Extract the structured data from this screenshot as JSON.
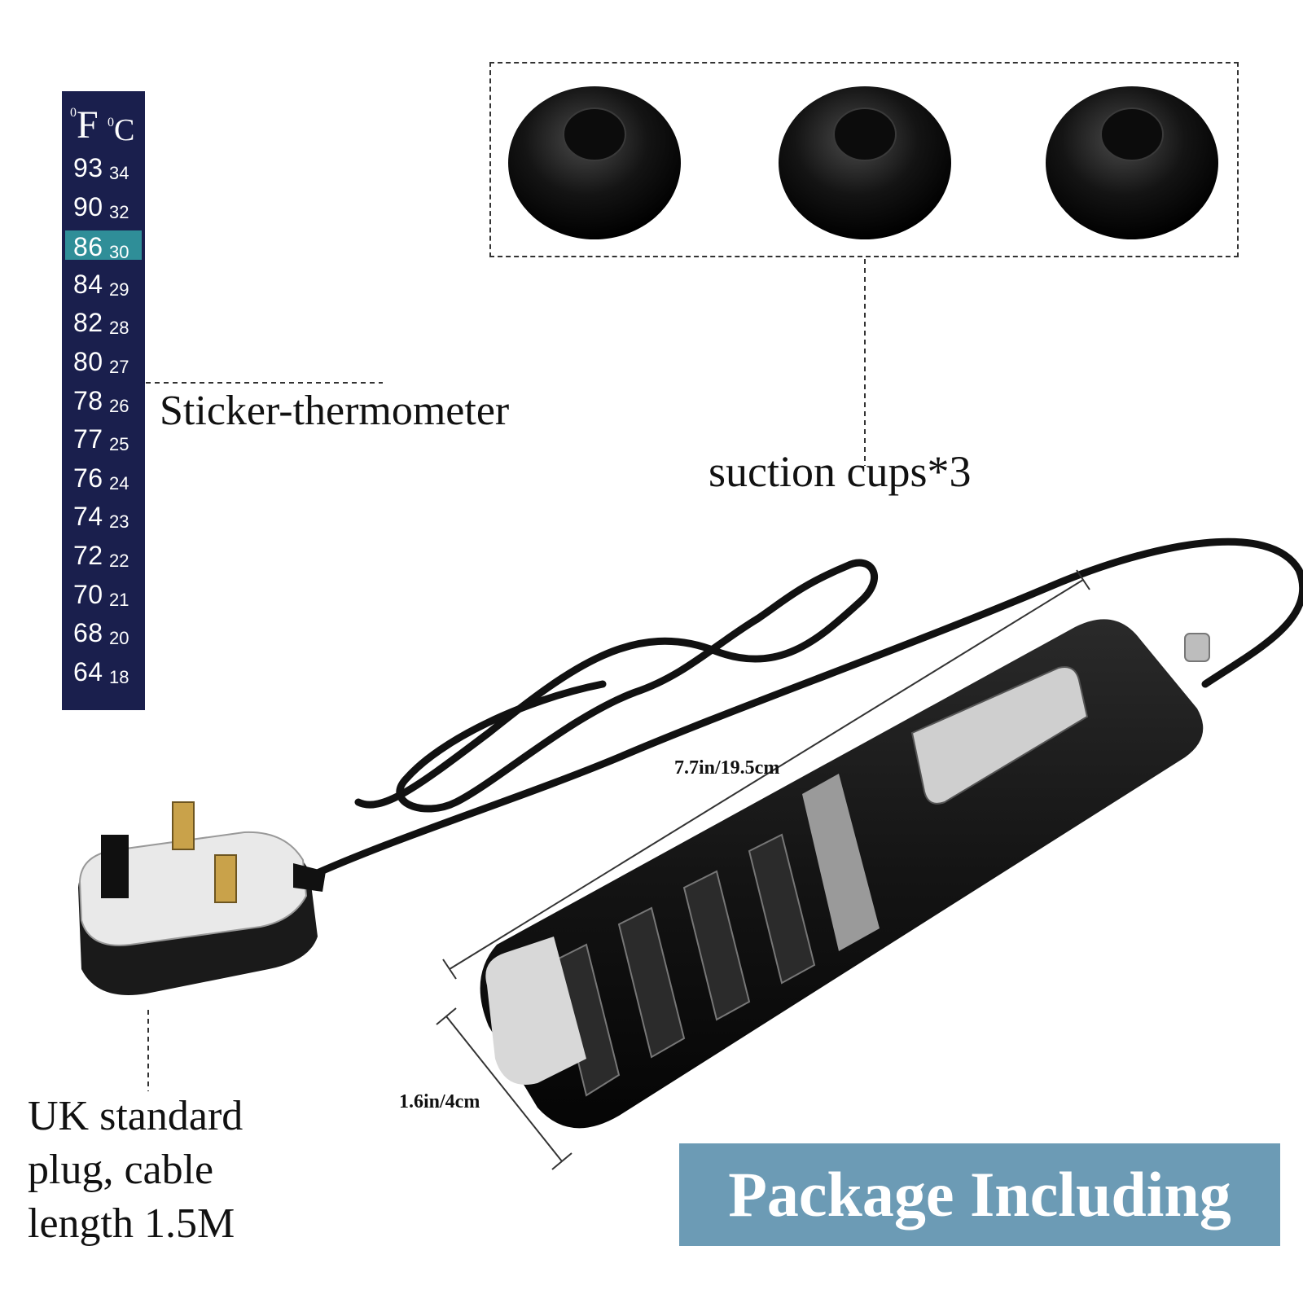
{
  "thermometer": {
    "unit_f": "F",
    "unit_c": "C",
    "degree_mark": "0",
    "rows": [
      {
        "f": "93",
        "c": "34",
        "active": false
      },
      {
        "f": "90",
        "c": "32",
        "active": false
      },
      {
        "f": "86",
        "c": "30",
        "active": true
      },
      {
        "f": "84",
        "c": "29",
        "active": false
      },
      {
        "f": "82",
        "c": "28",
        "active": false
      },
      {
        "f": "80",
        "c": "27",
        "active": false
      },
      {
        "f": "78",
        "c": "26",
        "active": false
      },
      {
        "f": "77",
        "c": "25",
        "active": false
      },
      {
        "f": "76",
        "c": "24",
        "active": false
      },
      {
        "f": "74",
        "c": "23",
        "active": false
      },
      {
        "f": "72",
        "c": "22",
        "active": false
      },
      {
        "f": "70",
        "c": "21",
        "active": false
      },
      {
        "f": "68",
        "c": "20",
        "active": false
      },
      {
        "f": "64",
        "c": "18",
        "active": false
      }
    ]
  },
  "labels": {
    "sticker": "Sticker-thermometer",
    "cups": "suction cups*3",
    "plug_line1": "UK standard",
    "plug_line2": "plug, cable",
    "plug_line3": "length 1.5M",
    "length_dim": "7.7in/19.5cm",
    "diameter_dim": "1.6in/4cm"
  },
  "banner": {
    "text": "Package Including"
  },
  "colors": {
    "thermo_bg": "#1a1f4d",
    "thermo_active": "#2f8e98",
    "banner_bg": "#6c9bb5",
    "product": "#151515"
  }
}
